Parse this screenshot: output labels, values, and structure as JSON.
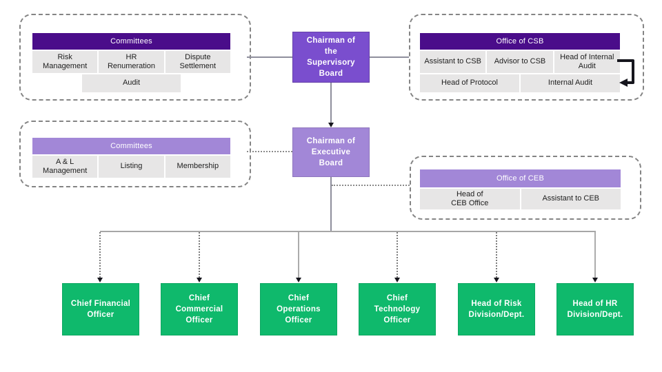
{
  "colors": {
    "dark_purple": "#4A0D8A",
    "medium_purple": "#7A4ECE",
    "light_purple": "#A287D7",
    "green": "#0FB96C",
    "cell_gray": "#E7E6E6",
    "line_gray": "#8E8E9C",
    "arrow_black": "#16161d"
  },
  "nodes": {
    "supervisory": {
      "label": "Chairman of\nthe\nSupervisory\nBoard"
    },
    "executive": {
      "label": "Chairman of\nExecutive\nBoard"
    }
  },
  "groups": {
    "committees_sb": {
      "header": "Committees",
      "cells": [
        "Risk\nManagement",
        "HR\nRenumeration",
        "Dispute\nSettlement"
      ],
      "audit_cell": "Audit"
    },
    "office_csb": {
      "header": "Office of CSB",
      "row1": [
        "Assistant to CSB",
        "Advisor to CSB",
        "Head of Internal\nAudit"
      ],
      "row2": [
        "Head of Protocol",
        "Internal Audit"
      ]
    },
    "committees_eb": {
      "header": "Committees",
      "cells": [
        "A & L\nManagement",
        "Listing",
        "Membership"
      ]
    },
    "office_ceb": {
      "header": "Office of CEB",
      "cells": [
        "Head of\nCEB Office",
        "Assistant to CEB"
      ]
    }
  },
  "executives": [
    {
      "label": "Chief Financial\nOfficer"
    },
    {
      "label": "Chief\nCommercial\nOfficer"
    },
    {
      "label": "Chief\nOperations\nOfficer"
    },
    {
      "label": "Chief\nTechnology\nOfficer"
    },
    {
      "label": "Head of Risk\nDivision/Dept."
    },
    {
      "label": "Head of HR\nDivision/Dept."
    }
  ]
}
